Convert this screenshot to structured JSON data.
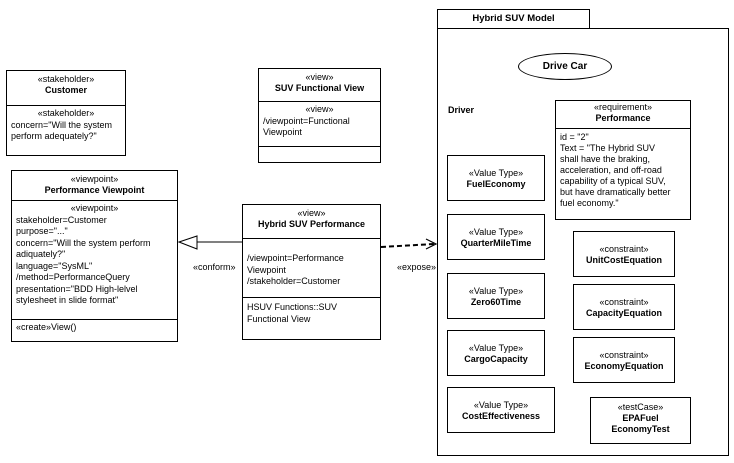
{
  "customer": {
    "stereotype": "«stakeholder»",
    "name": "Customer",
    "section_stereotype": "«stakeholder»",
    "lines": [
      "concern=\"Will the system",
      "perform adequately?\""
    ]
  },
  "suv_view": {
    "stereotype": "«view»",
    "name": "SUV Functional View",
    "section_stereotype": "«view»",
    "lines": [
      "/viewpoint=Functional",
      "Viewpoint"
    ]
  },
  "perf_viewpoint": {
    "stereotype": "«viewpoint»",
    "name": "Performance Viewpoint",
    "section_stereotype": "«viewpoint»",
    "lines": [
      "stakeholder=Customer",
      "purpose=\"...\"",
      "concern=\"Will the system perform",
      "adiquately?\"",
      "language=\"SysML\"",
      "/method=PerformanceQuery",
      "presentation=\"BDD High-lelvel",
      "stylesheet in slide format\""
    ],
    "op": "«create»View()"
  },
  "hsuv_perf": {
    "stereotype": "«view»",
    "name": "Hybrid SUV Performance",
    "lines": [
      "/viewpoint=Performance",
      "Viewpoint",
      "/stakeholder=Customer"
    ],
    "lines2": [
      "HSUV Functions::SUV",
      "Functional View"
    ]
  },
  "edges": {
    "conform": "«conform»",
    "expose": "«expose»"
  },
  "package": {
    "name": "Hybrid SUV Model",
    "actor": "Driver",
    "usecase": "Drive Car",
    "requirement": {
      "stereotype": "«requirement»",
      "name": "Performance",
      "lines": [
        "id = \"2\"",
        "Text = \"The Hybrid SUV",
        "shall have the braking,",
        "acceleration, and off-road",
        "capability of a typical SUV,",
        "but have dramatically better",
        "fuel economy.\""
      ]
    },
    "value_types": [
      {
        "stereotype": "«Value Type»",
        "name": "FuelEconomy"
      },
      {
        "stereotype": "«Value Type»",
        "name": "QuarterMileTime"
      },
      {
        "stereotype": "«Value Type»",
        "name": "Zero60Time"
      },
      {
        "stereotype": "«Value Type»",
        "name": "CargoCapacity"
      },
      {
        "stereotype": "«Value Type»",
        "name": "CostEffectiveness"
      }
    ],
    "constraints": [
      {
        "stereotype": "«constraint»",
        "name": "UnitCostEquation"
      },
      {
        "stereotype": "«constraint»",
        "name": "CapacityEquation"
      },
      {
        "stereotype": "«constraint»",
        "name": "EconomyEquation"
      }
    ],
    "testcase": {
      "stereotype": "«testCase»",
      "name1": "EPAFuel",
      "name2": "EconomyTest"
    }
  }
}
